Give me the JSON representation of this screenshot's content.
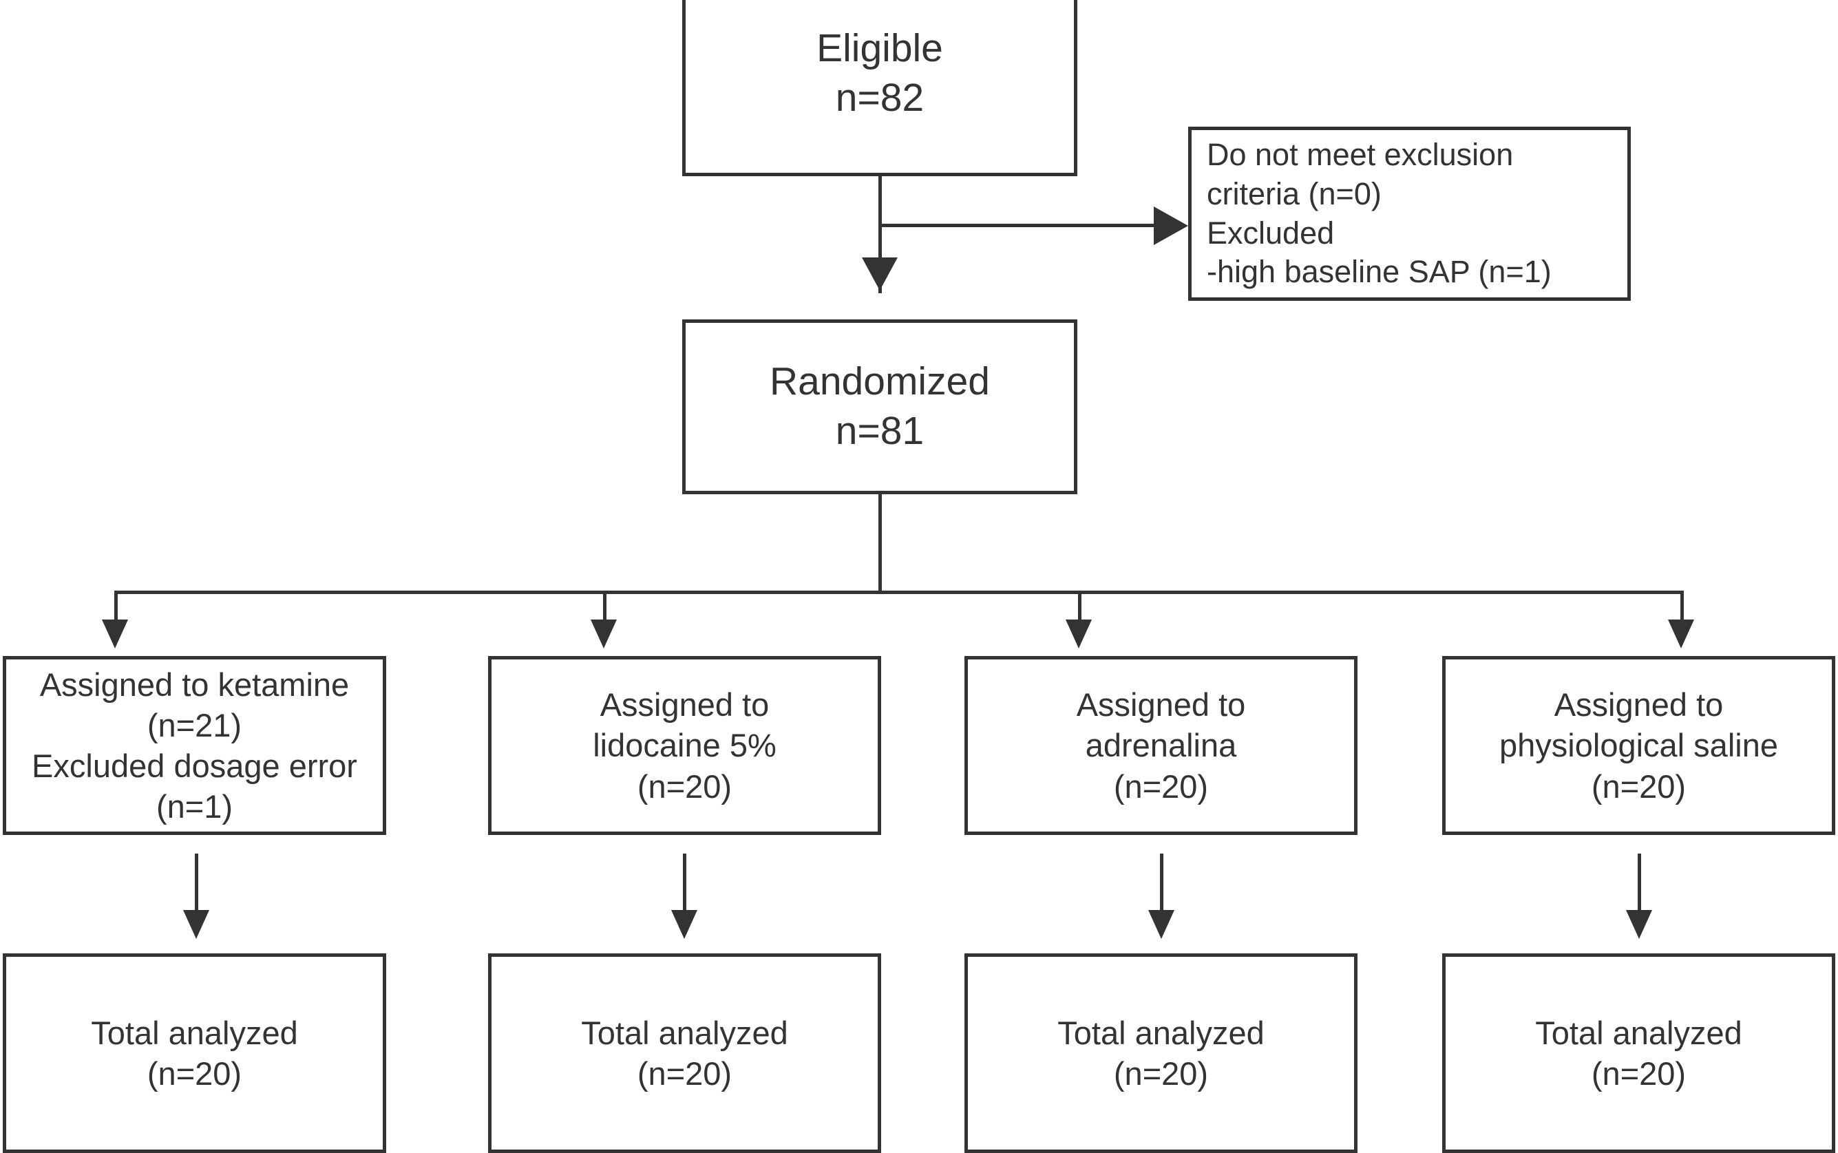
{
  "diagram": {
    "type": "consort-flow-diagram",
    "title": "",
    "background_color": "#ffffff",
    "line_color": "#333333",
    "text_color": "#333333"
  },
  "nodes": {
    "eligible": {
      "name": "Eligible",
      "lines": [
        "Eligible",
        "n=82"
      ],
      "count_label": "n=82",
      "count": 82
    },
    "exclusion": {
      "name": "Exclusions",
      "lines": [
        "Do not meet exclusion",
        "criteria (n=0)",
        "Excluded",
        "-high baseline SAP (n=1)"
      ],
      "not_meeting_criteria": 0,
      "excluded_high_baseline_sap": 1
    },
    "randomized": {
      "name": "Randomized",
      "lines": [
        "Randomized",
        "n=81"
      ],
      "count_label": "n=81",
      "count": 81
    }
  },
  "arms": [
    {
      "id": "ketamine",
      "assigned": {
        "lines": [
          "Assigned to ketamine",
          "(n=21)",
          "Excluded dosage error",
          "(n=1)"
        ],
        "assigned_n": 21,
        "excluded_n": 1,
        "exclusion_reason": "dosage error"
      },
      "analyzed": {
        "lines": [
          "Total analyzed",
          "(n=20)"
        ],
        "analyzed_n": 20
      }
    },
    {
      "id": "lidocaine",
      "assigned": {
        "lines": [
          "Assigned to",
          "lidocaine 5%",
          "(n=20)"
        ],
        "assigned_n": 20
      },
      "analyzed": {
        "lines": [
          "Total analyzed",
          "(n=20)"
        ],
        "analyzed_n": 20
      }
    },
    {
      "id": "adrenalina",
      "assigned": {
        "lines": [
          "Assigned to",
          "adrenalina",
          "(n=20)"
        ],
        "assigned_n": 20
      },
      "analyzed": {
        "lines": [
          "Total analyzed",
          "(n=20)"
        ],
        "analyzed_n": 20
      }
    },
    {
      "id": "physiological-saline",
      "assigned": {
        "lines": [
          "Assigned to",
          "physiological saline",
          "(n=20)"
        ],
        "assigned_n": 20
      },
      "analyzed": {
        "lines": [
          "Total analyzed",
          "(n=20)"
        ],
        "analyzed_n": 20
      }
    }
  ]
}
